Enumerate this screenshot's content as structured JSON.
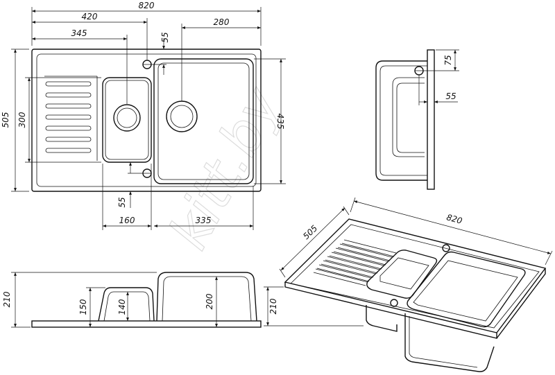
{
  "watermark": "kitt.by",
  "top_view": {
    "dims": {
      "overall_width": "820",
      "width_to_center": "420",
      "drainer_width": "345",
      "tap_offset_top": "55",
      "main_bowl_center": "280",
      "overall_depth": "505",
      "small_bowl_depth": "300",
      "main_bowl_depth": "435",
      "tap_offset_bottom": "55",
      "small_bowl_width": "160",
      "main_bowl_width": "335"
    }
  },
  "side_view": {
    "dims": {
      "tap_height": "75",
      "tap_offset": "55"
    }
  },
  "front_view": {
    "dims": {
      "total_height": "210",
      "small_bowl_outer": "150",
      "small_bowl_inner": "140",
      "main_bowl_height": "200"
    }
  },
  "iso_view": {
    "dims": {
      "depth": "505",
      "width": "820",
      "height": "210"
    }
  }
}
